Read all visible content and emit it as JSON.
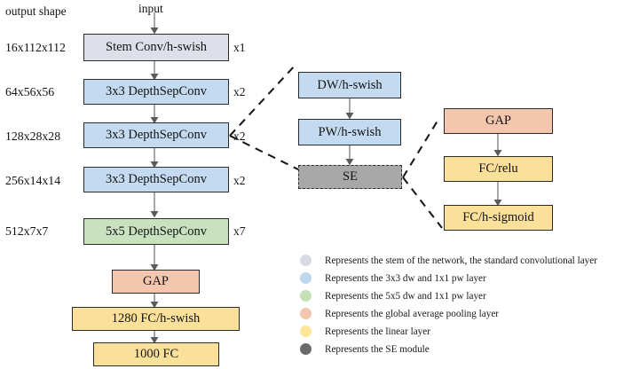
{
  "diagram": {
    "input_label": "input",
    "output_shape_header": "output shape",
    "main_column": [
      {
        "shape": "16x112x112",
        "block": "Stem Conv/h-swish",
        "repeat": "x1",
        "color": "#dde0e8"
      },
      {
        "shape": "64x56x56",
        "block": "3x3 DepthSepConv",
        "repeat": "x2",
        "color": "#c3daf0"
      },
      {
        "shape": "128x28x28",
        "block": "3x3 DepthSepConv",
        "repeat": "x2",
        "color": "#c3daf0"
      },
      {
        "shape": "256x14x14",
        "block": "3x3 DepthSepConv",
        "repeat": "x2",
        "color": "#c3daf0"
      },
      {
        "shape": "512x7x7",
        "block": "5x5 DepthSepConv",
        "repeat": "x7",
        "color": "#c8e2bf"
      }
    ],
    "tail_column": [
      {
        "block": "GAP",
        "color": "#f4c6ae"
      },
      {
        "block": "1280 FC/h-swish",
        "color": "#fbe09a"
      },
      {
        "block": "1000 FC",
        "color": "#fbe09a"
      }
    ],
    "middle_column": [
      {
        "block": "DW/h-swish",
        "color": "#c3daf0"
      },
      {
        "block": "PW/h-swish",
        "color": "#c3daf0"
      },
      {
        "block": "SE",
        "color": "#a8a8a8"
      }
    ],
    "right_column": [
      {
        "block": "GAP",
        "color": "#f4c6ae"
      },
      {
        "block": "FC/relu",
        "color": "#fbe09a"
      },
      {
        "block": "FC/h-sigmoid",
        "color": "#fbe09a"
      }
    ],
    "legend": [
      {
        "color": "#d7dbe3",
        "text": "Represents the stem of the network, the standard convolutional layer"
      },
      {
        "color": "#bdd7ee",
        "text": "Represents the 3x3 dw and 1x1 pw layer"
      },
      {
        "color": "#c5e0b4",
        "text": "Represents the 5x5 dw and 1x1 pw layer"
      },
      {
        "color": "#f4c6ae",
        "text": "Represents the global average pooling layer"
      },
      {
        "color": "#ffe699",
        "text": "Represents the linear layer"
      },
      {
        "color": "#6b6b6b",
        "text": "Represents the SE module"
      }
    ]
  }
}
